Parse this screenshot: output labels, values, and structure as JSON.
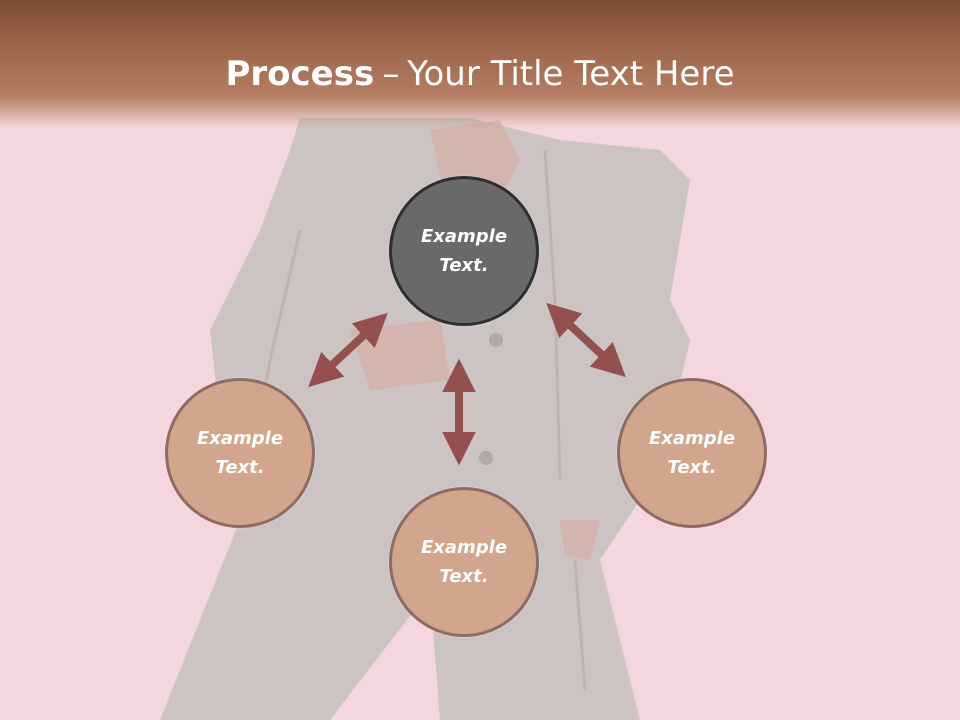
{
  "title": {
    "bold": "Process",
    "separator": "–",
    "rest": "Your Title Text Here"
  },
  "nodes": {
    "center": "Example\nText.",
    "left": "Example\nText.",
    "right": "Example\nText.",
    "bottom": "Example\nText."
  },
  "colors": {
    "header": "#8b563c",
    "background": "#f4d6de",
    "center_fill": "#696969",
    "node_fill": "#d2a58d",
    "arrow": "#944f4f"
  }
}
